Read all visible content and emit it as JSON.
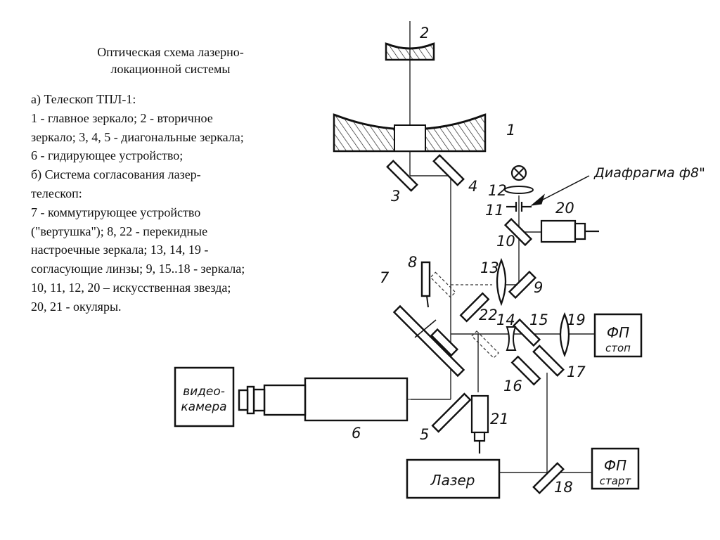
{
  "caption": {
    "line1": "Оптическая схема лазерно-",
    "line2": "локационной системы"
  },
  "legend": {
    "lines": [
      "а) Телескоп ТПЛ-1:",
      "1 - главное зеркало; 2 - вторичное",
      "зеркало; 3, 4, 5 - диагональные зеркала;",
      "6 - гидирующее устройство;",
      "б)  Система согласования лазер-",
      "телескоп:",
      "7 - коммутирующее устройство",
      "(\"вертушка\"); 8, 22 - перекидные",
      "настроечные зеркала; 13, 14, 19 -",
      "согласующие линзы; 9, 15..18 - зеркала;",
      "10, 11, 12, 20 – искусственная звезда;",
      "20, 21 - окуляры."
    ]
  },
  "diagram": {
    "labels": {
      "n1": "1",
      "n2": "2",
      "n3": "3",
      "n4": "4",
      "n5": "5",
      "n6": "6",
      "n7": "7",
      "n8": "8",
      "n9": "9",
      "n10": "10",
      "n11": "11",
      "n12": "12",
      "n13": "13",
      "n14": "14",
      "n15": "15",
      "n16": "16",
      "n17": "17",
      "n18": "18",
      "n19": "19",
      "n20": "20",
      "n21": "21",
      "n22": "22"
    },
    "diaphragm": "Диафрагма ф8\"",
    "videocamera": [
      "видео-",
      "камера"
    ],
    "laser": "Лазер",
    "fp_stop": [
      "ФП",
      "стоп"
    ],
    "fp_start": [
      "ФП",
      "старт"
    ]
  }
}
